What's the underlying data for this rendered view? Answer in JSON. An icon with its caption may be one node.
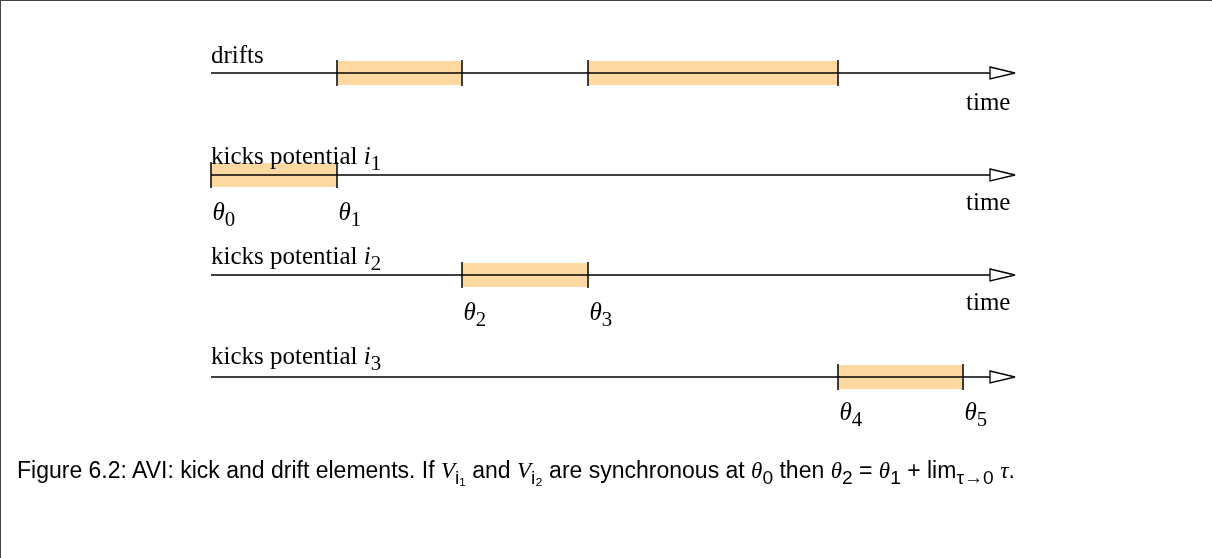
{
  "diagram": {
    "caption": "Figure 6.2: AVI: kick and drift elements. If *V*$_{i₁}$ and *V*$_{i₂}$ are synchronous at *θ*$_{0}$ then *θ*$_{2}$ = *θ*$_{1}$ + lim$_{τ→0}$ *τ*.",
    "labels": [
      "drifts",
      "time",
      "kicks potential *i*$_{1}$",
      "*θ*$_{0}$",
      "*θ*$_{1}$",
      "time",
      "kicks potential *i*$_{2}$",
      "*θ*$_{2}$",
      "*θ*$_{3}$",
      "time",
      "kicks potential *i*$_{3}$",
      "*θ*$_{4}$",
      "*θ*$_{5}$"
    ]
  }
}
